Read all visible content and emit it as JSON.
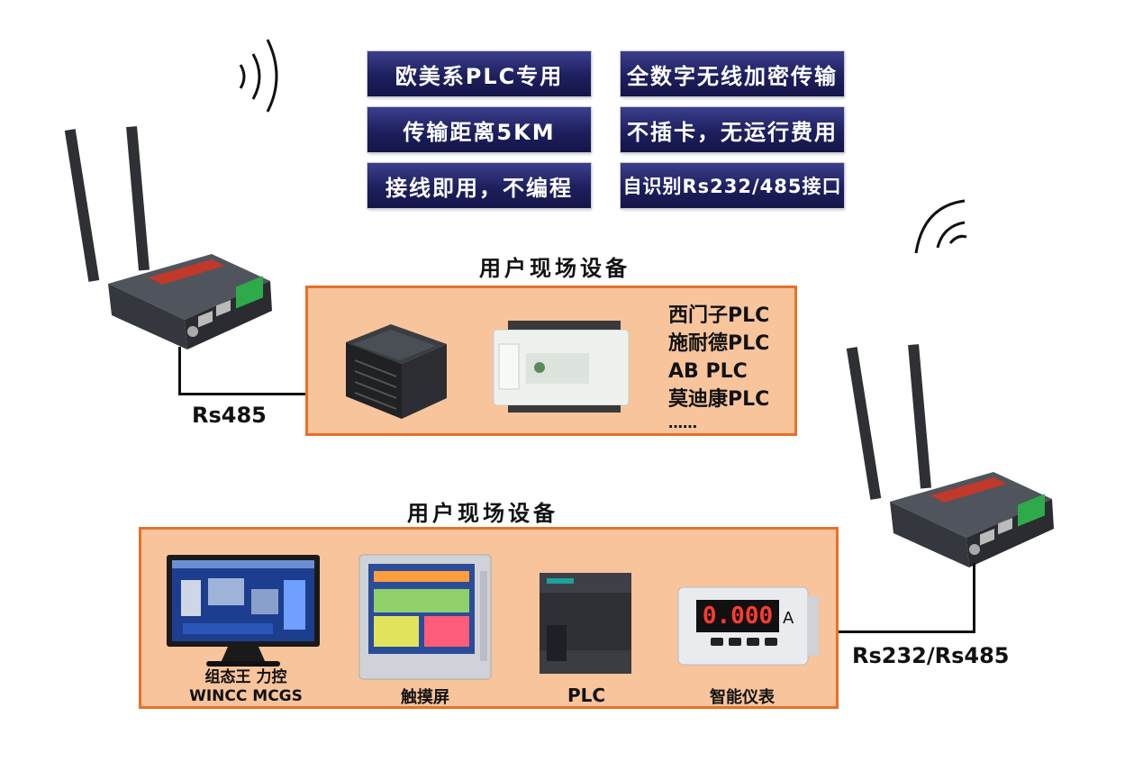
{
  "features": [
    "欧美系PLC专用",
    "全数字无线加密传输",
    "传输距离5KM",
    "不插卡，无运行费用",
    "接线即用，不编程",
    "自识别Rs232/485接口"
  ],
  "top_section": {
    "title": "用户现场设备",
    "brands": [
      "西门子PLC",
      "施耐德PLC",
      "AB PLC",
      "莫迪康PLC",
      "……"
    ]
  },
  "bottom_section": {
    "title": "用户现场设备",
    "devices": [
      {
        "caption_line1": "组态王 力控",
        "caption_line2": "WINCC MCGS"
      },
      {
        "caption_line1": "触摸屏"
      },
      {
        "caption_line1": "PLC"
      },
      {
        "caption_line1": "智能仪表"
      }
    ]
  },
  "meter_reading": "0.000",
  "meter_unit": "A",
  "connections": {
    "left": "Rs485",
    "right": "Rs232/Rs485"
  },
  "colors": {
    "badge_dark": "#1d1f5e",
    "panel_fill": "#f7c49b",
    "panel_border": "#e8702a",
    "router_body": "#3b3e45",
    "router_label": "#c0392b",
    "terminal_green": "#2eaa4a"
  }
}
